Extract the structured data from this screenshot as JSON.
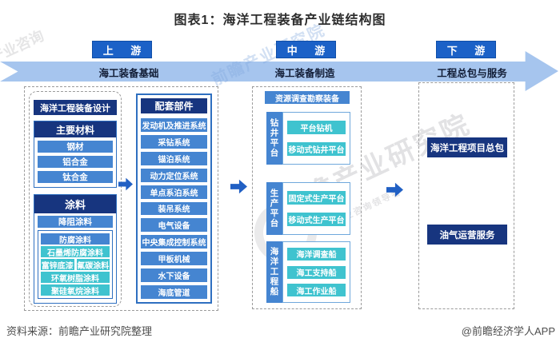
{
  "title": "图表1：海洋工程装备产业链结构图",
  "stages": [
    {
      "label": "上 游",
      "band_label": "海工装备基础"
    },
    {
      "label": "中 游",
      "band_label": "海工装备制造"
    },
    {
      "label": "下 游",
      "band_label": "工程总包与服务"
    }
  ],
  "upstream": {
    "design": {
      "header": "海洋工程装备设计",
      "materials": {
        "header": "主要材料",
        "items": [
          "钢材",
          "铝合金",
          "钛合金"
        ]
      },
      "coatings": {
        "header": "涂料",
        "top_item": "降阻涂料",
        "inner": {
          "blue_item": "防腐涂料",
          "teal_full": "石墨烯防腐涂料",
          "teal_pair": [
            "富锌底漆",
            "氟碳涂料"
          ],
          "teal_rows": [
            "环氧树脂涂料",
            "聚硅氧烷涂料"
          ]
        }
      }
    },
    "components": {
      "header": "配套部件",
      "items": [
        "发动机及推进系统",
        "采钻系统",
        "锚泊系统",
        "动力定位系统",
        "单点系泊系统",
        "装吊系统",
        "电气设备",
        "中央集成控制系统",
        "甲板机械",
        "水下设备",
        "海底管道"
      ]
    }
  },
  "midstream": {
    "survey_equipment": "资源调查勘察装备",
    "groups": [
      {
        "label": "钻井平台",
        "items": [
          "平台钻机",
          "移动式钻井平台"
        ]
      },
      {
        "label": "生产平台",
        "items": [
          "固定式生产平台",
          "移动式生产平台"
        ]
      },
      {
        "label": "海洋工程船",
        "items": [
          "海洋调查船",
          "海工支持船",
          "海工作业船"
        ]
      }
    ]
  },
  "downstream": {
    "items": [
      "海洋工程项目总包",
      "油气运营服务"
    ]
  },
  "footer": {
    "source": "资料来源：前瞻产业研究院整理",
    "credit": "@前瞻经济学人APP"
  },
  "watermarks": {
    "center": "前瞻产业研究院",
    "center_sub": "中国产业咨询领导者",
    "top_blue": "前瞻产业研究院",
    "top_left": "产业咨询"
  },
  "colors": {
    "navy": "#17357f",
    "item_blue": "#4585d1",
    "item_teal": "#3fc3cf",
    "stage_blue": "#1b61c7",
    "band_blue": "#a6c5ee",
    "arrow_blue": "#2160c4",
    "border_blue": "#2e6fc0"
  }
}
